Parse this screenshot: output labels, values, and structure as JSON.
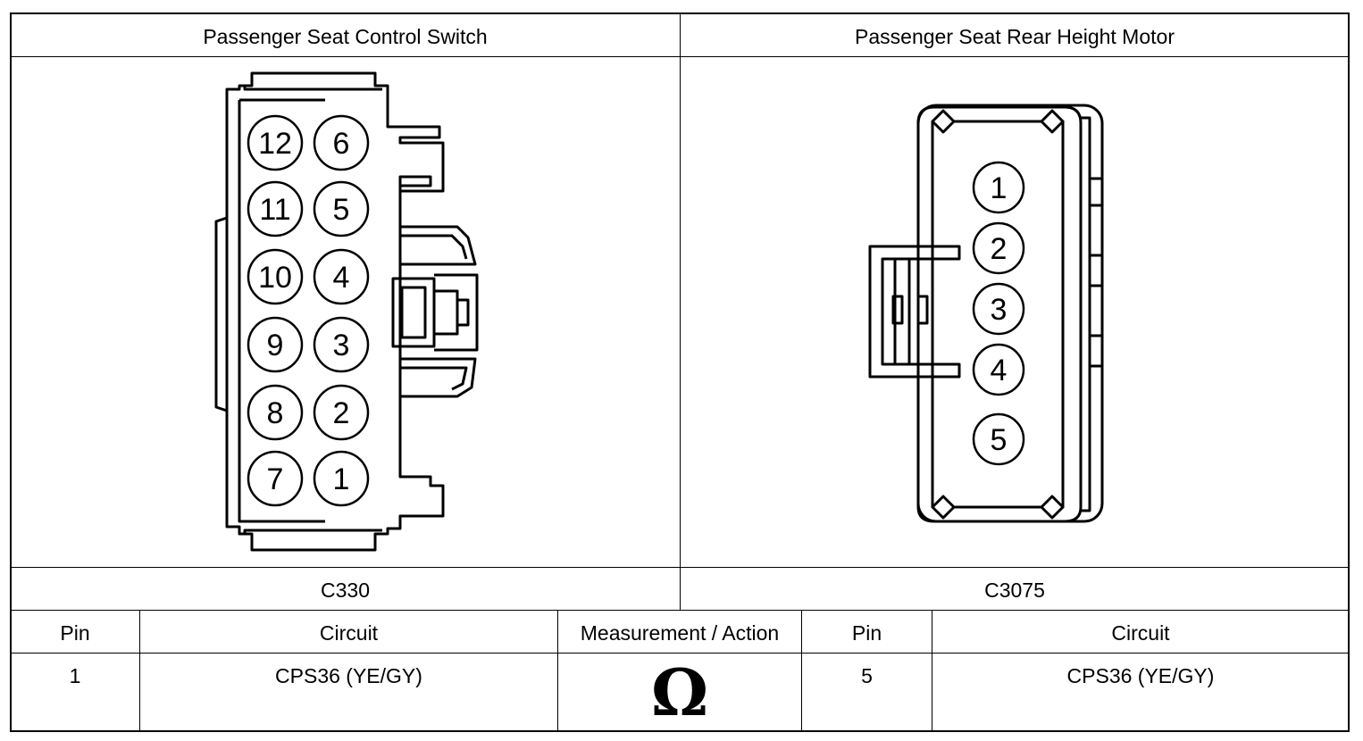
{
  "connectors": [
    {
      "title": "Passenger Seat Control Switch",
      "id": "C330",
      "pins": [
        "12",
        "6",
        "11",
        "5",
        "10",
        "4",
        "9",
        "3",
        "8",
        "2",
        "7",
        "1"
      ]
    },
    {
      "title": "Passenger Seat Rear Height Motor",
      "id": "C3075",
      "pins": [
        "1",
        "2",
        "3",
        "4",
        "5"
      ]
    }
  ],
  "table": {
    "headers": [
      "Pin",
      "Circuit",
      "Measurement / Action",
      "Pin",
      "Circuit"
    ],
    "row": [
      "1",
      "CPS36 (YE/GY)",
      "Ω",
      "5",
      "CPS36 (YE/GY)"
    ]
  },
  "icons": {
    "measurement": "ohm-icon"
  }
}
